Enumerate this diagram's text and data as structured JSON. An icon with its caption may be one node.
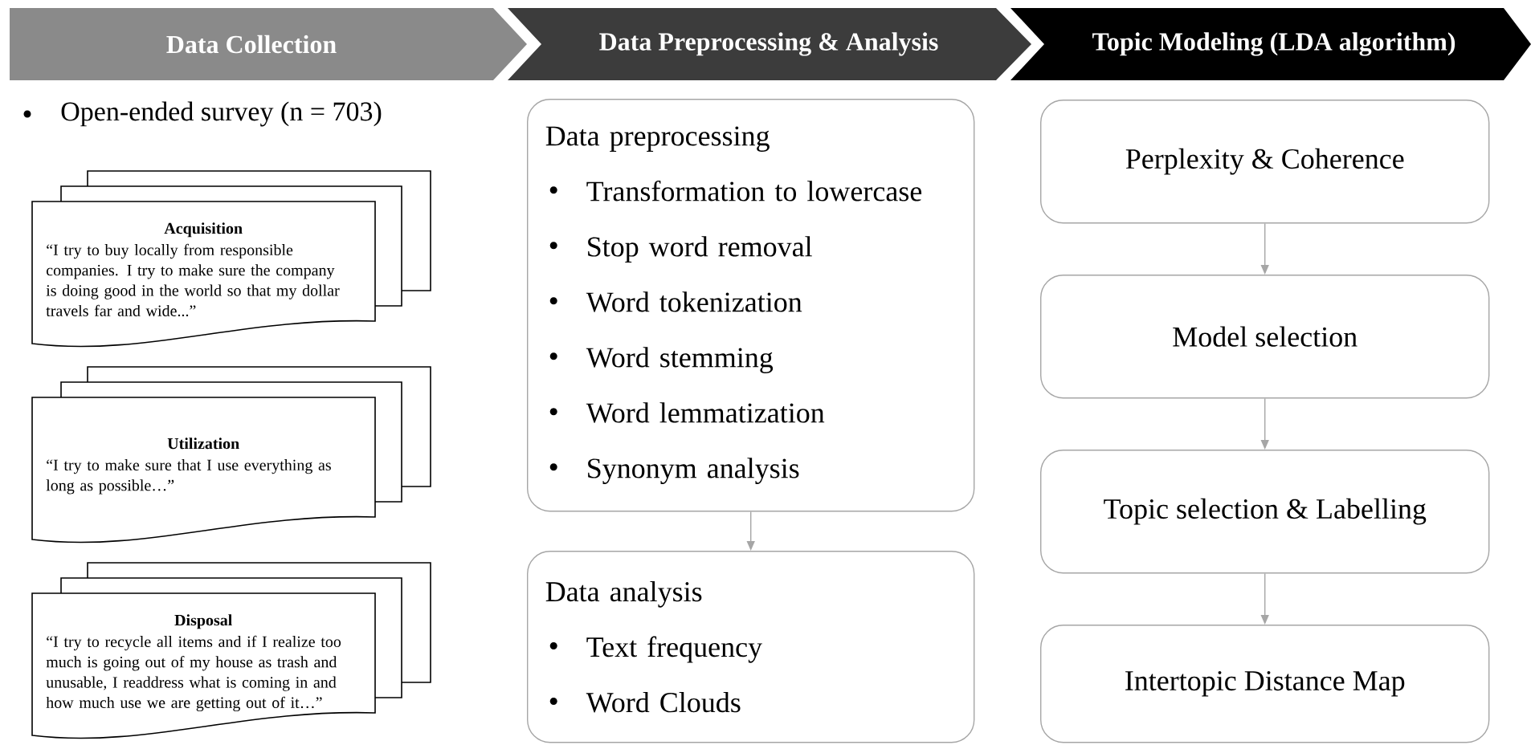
{
  "diagram": {
    "nodes": [
      {
        "text": [
          "Data Collection"
        ]
      },
      {
        "text": [
          "Data Preprocessing & Analysis"
        ]
      },
      {
        "text": [
          "Topic Modeling (LDA algorithm)"
        ]
      },
      {
        "text": [
          "Acquisition",
          "“I try to buy locally from responsible companies. I try to make sure the company is doing good in the world so that my dollar travels far and wide...”"
        ]
      },
      {
        "text": [
          "Utilization",
          "“I try to make sure that I use everything as long as possible…”"
        ]
      },
      {
        "text": [
          "Disposal",
          "“I try to recycle all items and if I realize too much is going out of my house as trash and unusable, I readdress what is coming in and how much use we are getting out of it…”"
        ]
      },
      {
        "text": [
          "Data preprocessing",
          "Transformation to lowercase",
          "Stop word removal",
          "Word tokenization",
          "Word stemming",
          "Word lemmatization",
          "Synonym analysis"
        ]
      },
      {
        "text": [
          "Data analysis",
          "Text frequency",
          "Word Clouds"
        ]
      },
      {
        "text": [
          "Perplexity & Coherence"
        ]
      },
      {
        "text": [
          "Model selection"
        ]
      },
      {
        "text": [
          "Topic selection & Labelling"
        ]
      },
      {
        "text": [
          "Intertopic Distance Map"
        ]
      }
    ],
    "edges": [
      {
        "from": 6,
        "to": 7,
        "arrow": "to"
      },
      {
        "from": 8,
        "to": 9,
        "arrow": "to"
      },
      {
        "from": 9,
        "to": 10,
        "arrow": "to"
      },
      {
        "from": 10,
        "to": 11,
        "arrow": "to"
      }
    ],
    "labels": [
      "Open-ended survey (n = 703)"
    ]
  }
}
